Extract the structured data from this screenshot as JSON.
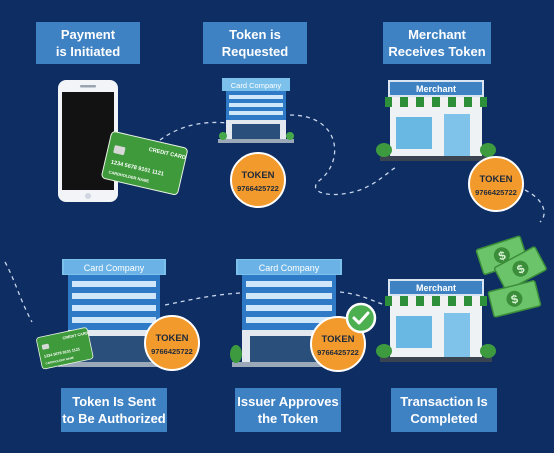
{
  "steps": [
    {
      "line1": "Payment",
      "line2": "is Initiated"
    },
    {
      "line1": "Token is",
      "line2": "Requested"
    },
    {
      "line1": "Merchant",
      "line2": "Receives Token"
    },
    {
      "line1": "Token Is Sent",
      "line2": "to Be Authorized"
    },
    {
      "line1": "Issuer Approves",
      "line2": "the Token"
    },
    {
      "line1": "Transaction Is",
      "line2": "Completed"
    }
  ],
  "card": {
    "title": "CREDIT CARD",
    "number": "1234 5678 9101 1121",
    "holder": "CARDHOLDER NAME"
  },
  "token": {
    "label": "TOKEN",
    "number": "9766425722"
  },
  "buildings": {
    "card_company_small": "Card Company",
    "card_company_large_1": "Card Company",
    "card_company_large_2": "Card Company",
    "merchant_1": "Merchant",
    "merchant_2": "Merchant"
  },
  "colors": {
    "background": "#0d2d63",
    "label_box": "#3f82c4",
    "token_fill": "#f39a2d",
    "card_green": "#3e9a3a",
    "check_green": "#4caf50",
    "building_blue": "#2f7ac6"
  }
}
